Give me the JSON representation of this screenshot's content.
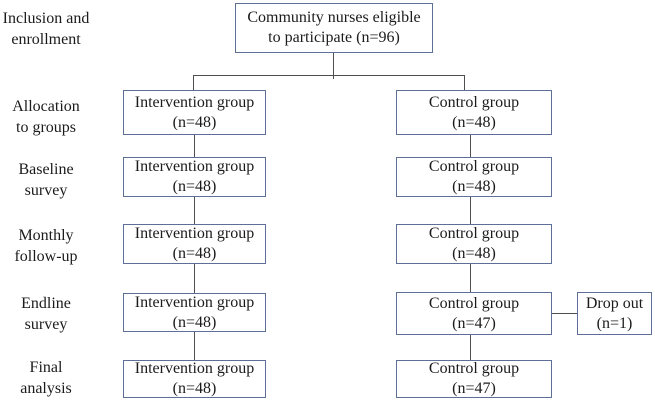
{
  "colors": {
    "box_border": "#5d6f96",
    "connector": "#4f4f4f",
    "text": "#1b1b1b",
    "background": "#ffffff"
  },
  "stages": [
    {
      "line1": "Inclusion and",
      "line2": "enrollment"
    },
    {
      "line1": "Allocation",
      "line2": "to groups"
    },
    {
      "line1": "Baseline",
      "line2": "survey"
    },
    {
      "line1": "Monthly",
      "line2": "follow-up"
    },
    {
      "line1": "Endline",
      "line2": "survey"
    },
    {
      "line1": "Final",
      "line2": "analysis"
    }
  ],
  "flow": {
    "top": {
      "line1": "Community nurses eligible",
      "line2": "to participate (n=96)"
    },
    "intervention": [
      {
        "line1": "Intervention group",
        "line2": "(n=48)"
      },
      {
        "line1": "Intervention group",
        "line2": "(n=48)"
      },
      {
        "line1": "Intervention group",
        "line2": "(n=48)"
      },
      {
        "line1": "Intervention group",
        "line2": "(n=48)"
      },
      {
        "line1": "Intervention group",
        "line2": "(n=48)"
      }
    ],
    "control": [
      {
        "line1": "Control group",
        "line2": "(n=48)"
      },
      {
        "line1": "Control group",
        "line2": "(n=48)"
      },
      {
        "line1": "Control group",
        "line2": "(n=48)"
      },
      {
        "line1": "Control group",
        "line2": "(n=47)"
      },
      {
        "line1": "Control group",
        "line2": "(n=47)"
      }
    ],
    "dropout": {
      "line1": "Drop out",
      "line2": "(n=1)"
    }
  }
}
